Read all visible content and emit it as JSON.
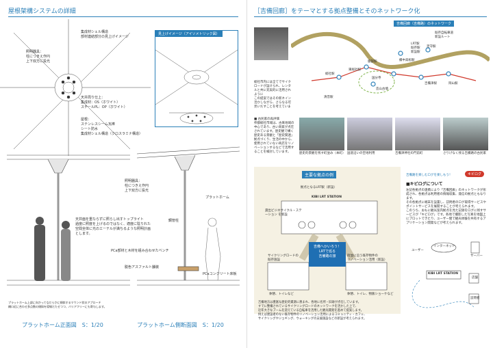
{
  "left": {
    "title": "屋根架構システムの詳細",
    "iso_label": "見上げイメージ（アイソメトリック図）",
    "notes": {
      "shell": "集成材シェル構造\n部材連結部分の見上げイメージ",
      "light_top": "照明器具：\n柱につきえ作円\n上下双方に投光",
      "ceiling": "天井周り仕上：\n集成材：OS（ホワイト）\nスチールPL：OP（ホワイト）",
      "roof": "屋根：\nステンレスシーム瓦棒\nシート防水\n集成材シェル構造（クロスラミナ構造）",
      "light_mid": "照明器具：\n柱につきえ作円\n上下双方に投光",
      "platform": "プラットホーム",
      "toplight": "天井面を重ならずに照らし出すトップライト\n過度に照度を上げるのではなく、適度に陰りれた\n空間全体に光のエーテルが満ちるような照明計画\nとします。",
      "column": "鋼管柱",
      "bench": "PCa部材と木材を組み合わせたベンチ",
      "asphalt": "脱色アスファルト舗装",
      "pca": "PCaコンクリート床板",
      "bottom": "プラットホーム上部に向かってなだらかに傾斜するマウンド状のアプローチ\n橋口近に合わせ多点数の傾斜を導線だたせつつ、バリアフリーにも寄与します。"
    },
    "cap_front": "プラットホーム正面図　S：1/20",
    "cap_side": "プラットホーム側断面図　S：1/20"
  },
  "right": {
    "title": "［吉備回廊］をテーマとする拠点整備とそのネットワーク化",
    "map_title": "吉備回廊（吉備路）のネットワーク",
    "legend": [
      "LRT駅",
      "既存駅",
      "新設駅"
    ],
    "legend_lines": [
      "既存自転車道",
      "新設ルート"
    ],
    "stations": [
      "岡山駅",
      "吉備津駅",
      "備中高松駅",
      "足守駅",
      "服部駅",
      "東総社駅",
      "総社駅",
      "清音駅",
      "国分寺",
      "造山古墳"
    ],
    "left_note": "総社市内には全てでサイクリングロードが設けられ、レンタサイクルと共に充実的に活用されているように\nこの提案ではその新ネインフラを活かしながら、さらなる可能性を見いだすことを考えています。",
    "bottom_note": "■ 古民家の再評価\n県都総社市域は、古来地域の中心であり、古い商家が点在されています。歴史観で構く歴史ある景観と「歴史関連」拠点づくり、生活の中から、使用されていない商店をリノベーションするなどで活用することを検討しています。",
    "photo_caps": [
      "歴史的景観を残す町並み（本町）",
      "国道沿いの空地利用",
      "吉備津神社の門前町",
      "さりげなく残る吉備路の古民家"
    ],
    "hub_box_title": "主要な拠点の例",
    "hub_station": "拠点となるLRT駅（新設）",
    "kibi_station": "KIBI LRT STATION",
    "rental": "貸出ビジネサイクル・ステーション\nを新設",
    "center_badge": "吉備へかいろう！\nLRTで巡る\n吉備路の旅",
    "cycling": "サイクリングロードの\n既存施設",
    "renovation": "街並に沿う既存物件の\nリノベーション活用（新設）",
    "rest_left": "休憩、トイレなど",
    "rest_right": "休憩、トイレ、物販ショーケなど",
    "bottom_text": "吉備地方は豊富な歴史的資源に恵まれ、各地に名所・旧跡が点在しています。\nすでに整備されているサイクリングロードのネットワークを活かした上で、\n近年大きなブームを迎えている自転車を活用した観光開発を進めて提案します。\n例えば建設者のない既存物件のリノベーション活用によるコミュニティ・カフェ、\nサイクリングやジョギング、ウォーキングの支援施設などの新設が考えられます。",
    "kibilog_lead": "吉備路を楽しむログを楽しもう！",
    "kibilog_title": "■キビログについて",
    "kibilog_badge": "キビログ",
    "kibilog_text": "左記各拠点の連携により「吉備回廊」のネットワークが形成され、各拠点は利用者の情報収集、発信の拠点ともなります。\nその各拠点に端末を設置し、訪問者のログ取得サービスやポイントサービスを展開することが考えられます。\nこのうち、おもに観光案内拠点を見た記録をログに残すサービスが「キビログ」です。各地で撮影した写真を地図上にプロットできたり、ユーザー間で観光体験を共有するアプリケーション開発などが考えられます。",
    "diagram": {
      "user": "ユーザー",
      "internet": "インターネット",
      "server": "サーバー",
      "station": "KIBI LRT STATION",
      "shop": "店舗",
      "visitor": "訪問者"
    },
    "colors": {
      "accent": "#2a7fb8",
      "route_red": "#d0382b",
      "route_olive": "#9e8a3a",
      "hub_bg": "#f5f1e3",
      "blue_badge": "#1f6fb3"
    }
  }
}
